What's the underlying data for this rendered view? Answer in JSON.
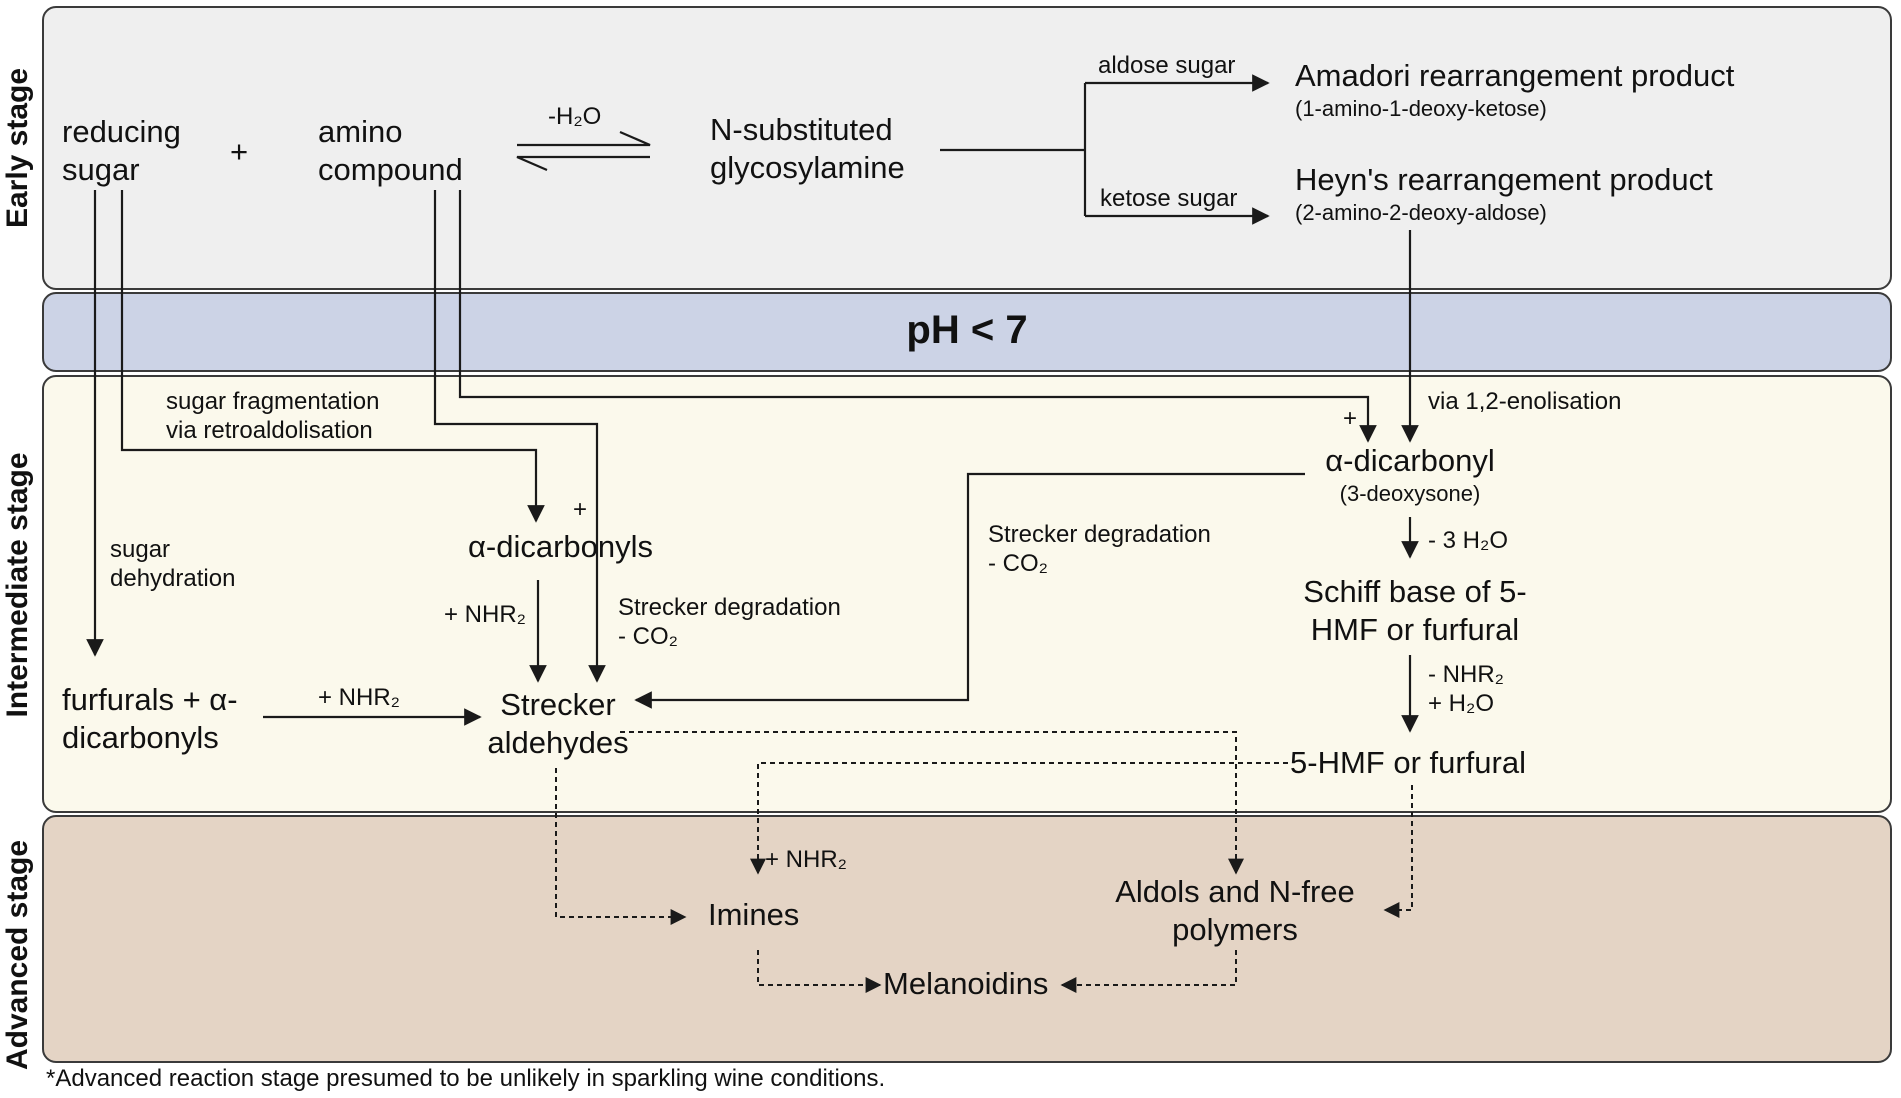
{
  "stages": {
    "early": "Early stage",
    "ph": "pH < 7",
    "intermediate": "Intermediate stage",
    "advanced": "Advanced stage"
  },
  "early": {
    "reducing_sugar": [
      "reducing",
      "sugar"
    ],
    "plus": "+",
    "amino_compound": [
      "amino",
      "compound"
    ],
    "water_loss": "-H₂O",
    "glycosylamine": [
      "N-substituted",
      "glycosylamine"
    ],
    "aldose_label": "aldose sugar",
    "ketose_label": "ketose sugar",
    "amadori": "Amadori rearrangement product",
    "amadori_sub": "(1-amino-1-deoxy-ketose)",
    "heyns": "Heyn's rearrangement product",
    "heyns_sub": "(2-amino-2-deoxy-aldose)"
  },
  "intermediate": {
    "sugar_fragmentation": [
      "sugar fragmentation",
      "via retroaldolisation"
    ],
    "sugar_dehydration": [
      "sugar",
      "dehydration"
    ],
    "plus_left": "+",
    "plus_right": "+",
    "via_enolisation": "via 1,2-enolisation",
    "a_dicarbonyl": "α-dicarbonyl",
    "deoxysone": "(3-deoxysone)",
    "minus_3h2o": "- 3 H₂O",
    "schiff_base": [
      "Schiff base of 5-",
      "HMF or furfural"
    ],
    "minus_nhr2": "- NHR₂",
    "plus_h2o": "+ H₂O",
    "hmf": "5-HMF or furfural",
    "a_dicarbonyls": "α-dicarbonyls",
    "plus_nhr2_a": "+ NHR₂",
    "strecker_deg_left": [
      "Strecker degradation",
      "- CO₂"
    ],
    "strecker_deg_right": [
      "Strecker degradation",
      "- CO₂"
    ],
    "furfurals": [
      "furfurals + α-",
      "dicarbonyls"
    ],
    "plus_nhr2_b": "+ NHR₂",
    "strecker_aldehydes": [
      "Strecker",
      "aldehydes"
    ]
  },
  "advanced": {
    "plus_nhr2": "+ NHR₂",
    "imines": "Imines",
    "aldols": [
      "Aldols and N-free",
      "polymers"
    ],
    "melanoidins": "Melanoidins"
  },
  "footnote": "*Advanced reaction stage presumed to be unlikely in sparkling wine conditions.",
  "colors": {
    "early_bg": "#efefef",
    "ph_bg": "#ccd3e6",
    "intermediate_bg": "#fbf9ec",
    "advanced_bg": "#e4d4c5",
    "stroke": "#1a1a1a"
  }
}
